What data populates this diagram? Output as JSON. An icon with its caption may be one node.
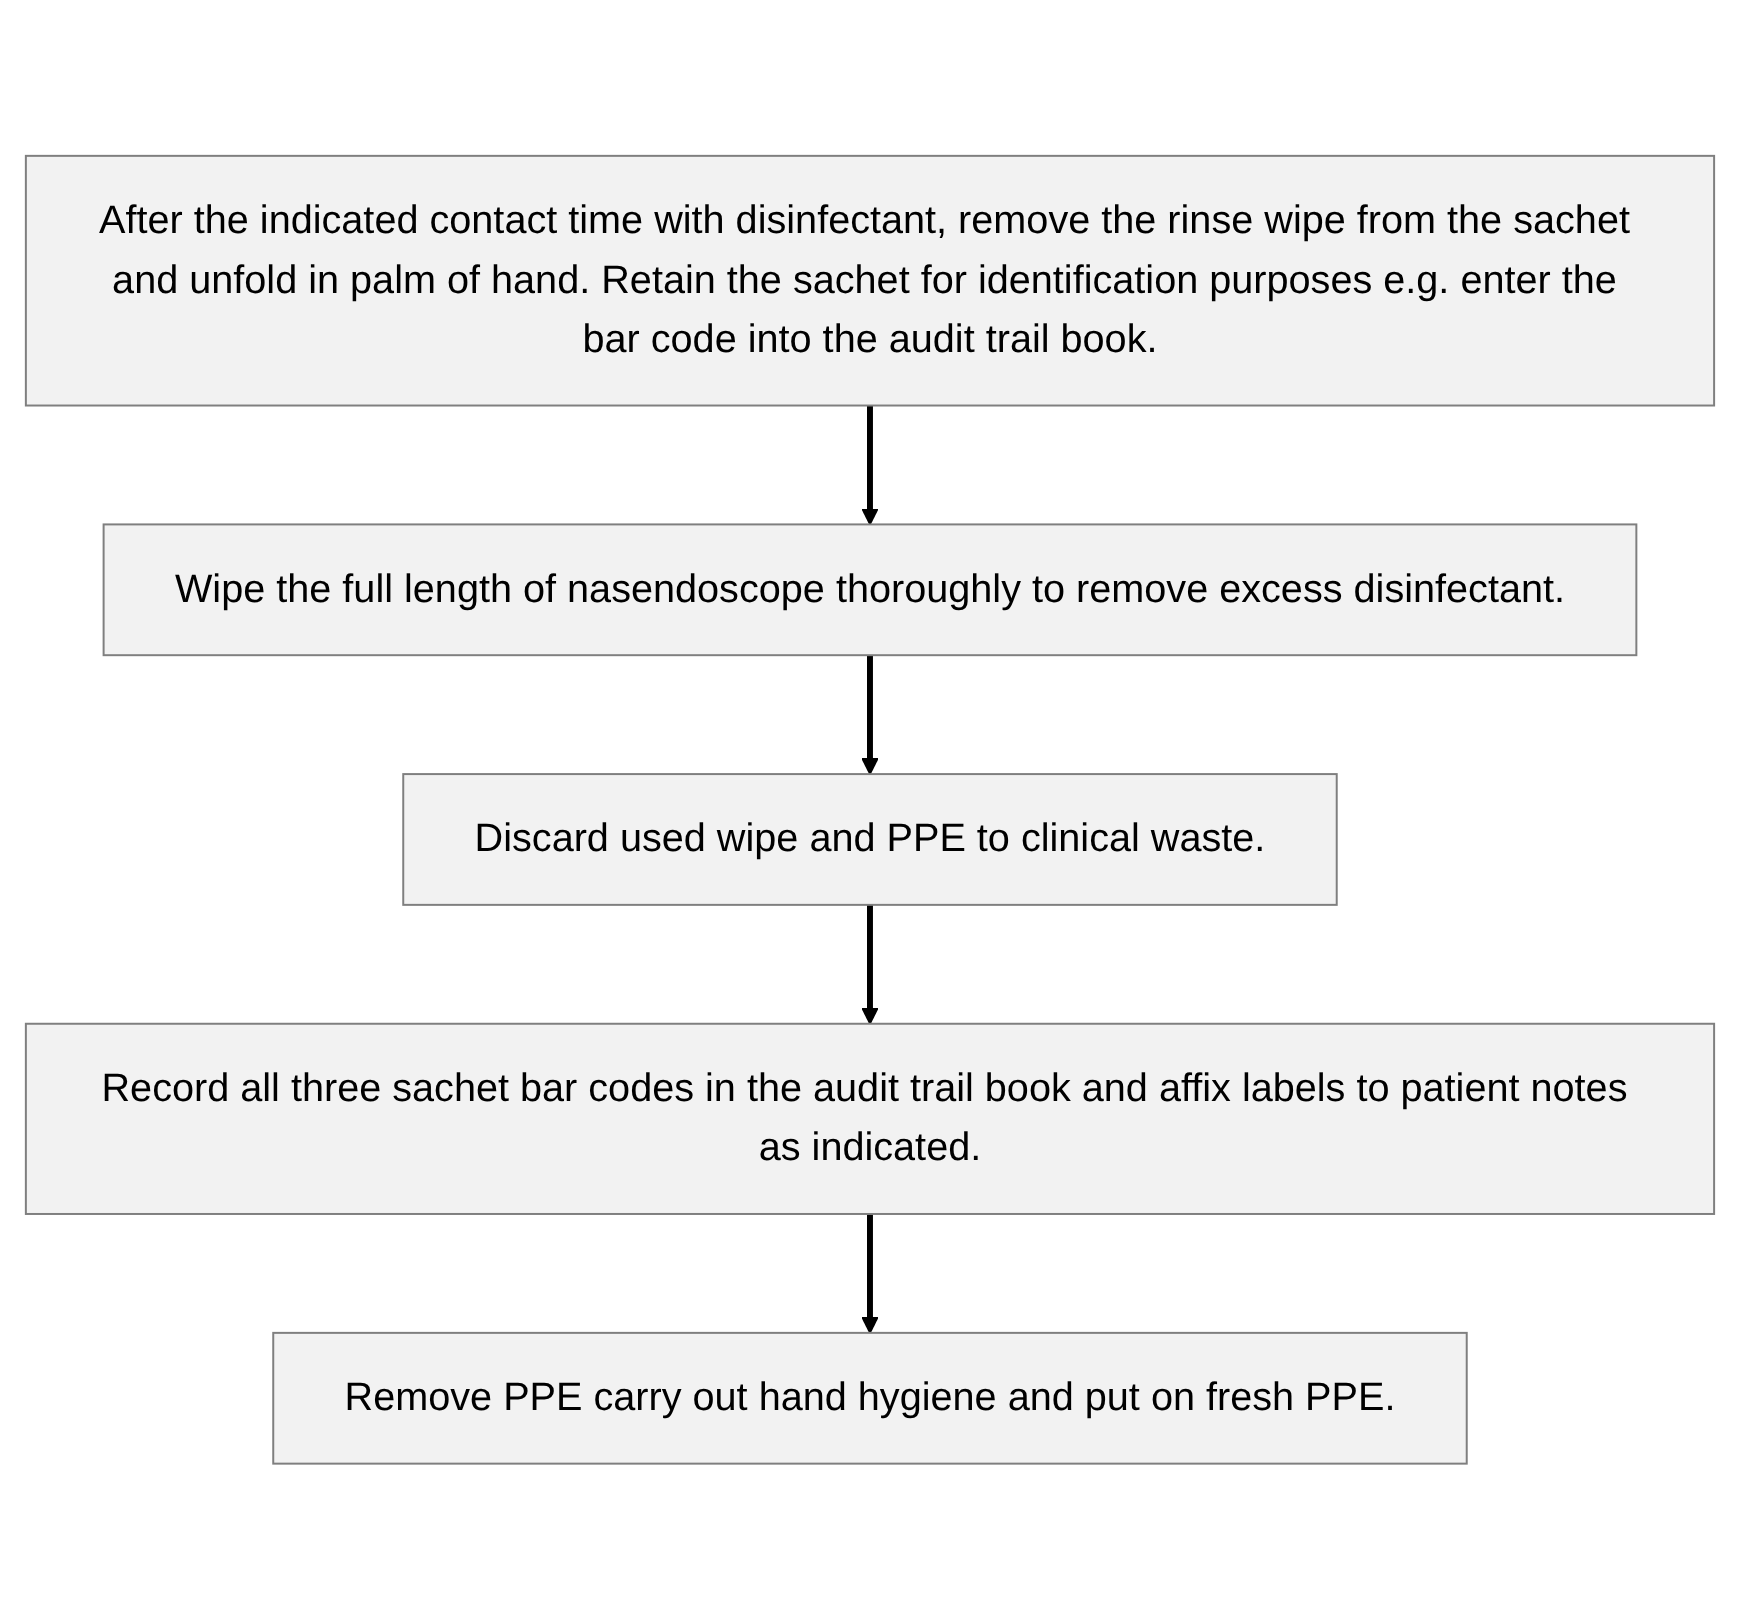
{
  "diagram": {
    "nodes": [
      {
        "text": [
          "After the indicated contact time with disinfectant, remove the rinse wipe from the sachet and unfold in palm of hand. Retain the sachet for identification purposes e.g. enter the bar code into the audit trail book."
        ]
      },
      {
        "text": [
          "Wipe the full length of nasendoscope thoroughly to remove excess disinfectant."
        ]
      },
      {
        "text": [
          "Discard used wipe and PPE to clinical waste."
        ]
      },
      {
        "text": [
          "Record all three sachet bar codes in the audit trail book and affix labels to patient notes as indicated."
        ]
      },
      {
        "text": [
          "Remove PPE carry out hand hygiene and put on fresh PPE."
        ]
      }
    ],
    "edges": [
      {
        "from": 0,
        "to": 1,
        "arrow": "to"
      },
      {
        "from": 1,
        "to": 2,
        "arrow": "to"
      },
      {
        "from": 2,
        "to": 3,
        "arrow": "to"
      },
      {
        "from": 3,
        "to": 4,
        "arrow": "to"
      }
    ]
  }
}
